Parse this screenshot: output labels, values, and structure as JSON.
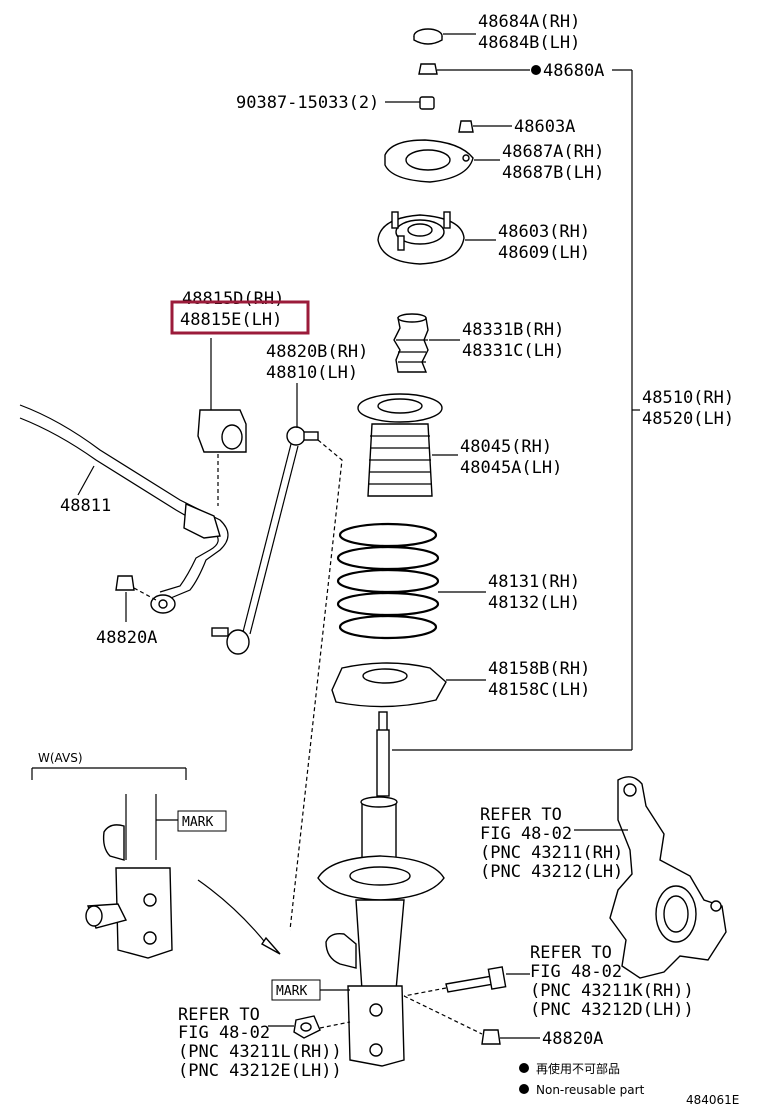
{
  "labels": {
    "p48684": [
      "48684A(RH)",
      "48684B(LH)"
    ],
    "p48680": "48680A",
    "p90387": "90387-15033(2)",
    "p48603a": "48603A",
    "p48687": [
      "48687A(RH)",
      "48687B(LH)"
    ],
    "p48603": [
      "48603(RH)",
      "48609(LH)"
    ],
    "p48815": [
      "48815D(RH)",
      "48815E(LH)"
    ],
    "p48331": [
      "48331B(RH)",
      "48331C(LH)"
    ],
    "p48820b": [
      "48820B(RH)",
      "48810(LH)"
    ],
    "p48510": [
      "48510(RH)",
      "48520(LH)"
    ],
    "p48045": [
      "48045(RH)",
      "48045A(LH)"
    ],
    "p48811": "48811",
    "p48131": [
      "48131(RH)",
      "48132(LH)"
    ],
    "p48820a_left": "48820A",
    "p48158": [
      "48158B(RH)",
      "48158C(LH)"
    ],
    "wavs": "W(AVS)",
    "mark_top": "MARK",
    "mark_bottom": "MARK",
    "refer_knuckle": [
      "REFER TO",
      "FIG 48-02",
      "(PNC 43211(RH)",
      "(PNC 43212(LH)"
    ],
    "refer_bolt": [
      "REFER TO",
      "FIG 48-02",
      "(PNC 43211K(RH))",
      "(PNC 43212D(LH))"
    ],
    "refer_nut": [
      "REFER TO",
      "FIG 48-02",
      "(PNC 43211L(RH))",
      "(PNC 43212E(LH))"
    ],
    "p48820a_bottom": "48820A",
    "legend_jp": "再使用不可部品",
    "legend_en": "Non-reusable part",
    "figure_id": "484061E"
  },
  "highlight_color": "#9b1b3a"
}
